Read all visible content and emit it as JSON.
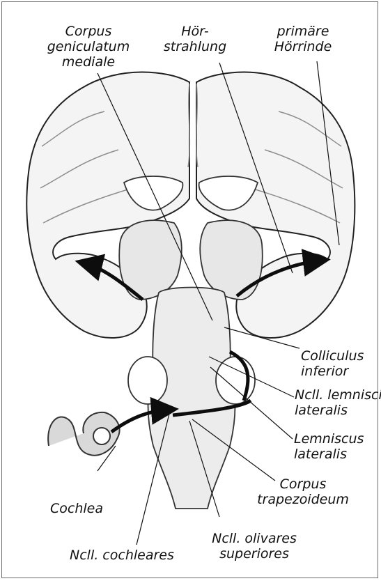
{
  "labels": {
    "corpus_geniculatum": [
      "Corpus",
      "geniculatum",
      "mediale"
    ],
    "hoerstrahlung": [
      "Hör-",
      "strahlung"
    ],
    "primaere_hoerrinde": [
      "primäre",
      "Hörrinde"
    ],
    "colliculus": [
      "Colliculus",
      "inferior"
    ],
    "ncll_lemnisci": [
      "Ncll. lemnisci",
      "lateralis"
    ],
    "lemniscus": [
      "Lemniscus",
      "lateralis"
    ],
    "corpus_trapezoideum": [
      "Corpus",
      "trapezoideum"
    ],
    "cochlea": [
      "Cochlea"
    ],
    "ncll_cochleares": [
      "Ncll. cochleares"
    ],
    "ncll_olivares": [
      "Ncll. olivares",
      "superiores"
    ]
  },
  "colors": {
    "ink": "#111111",
    "pathway": "#0d0d0d",
    "tissue": "#f3f3f3",
    "shading": "#9a9a9a"
  }
}
